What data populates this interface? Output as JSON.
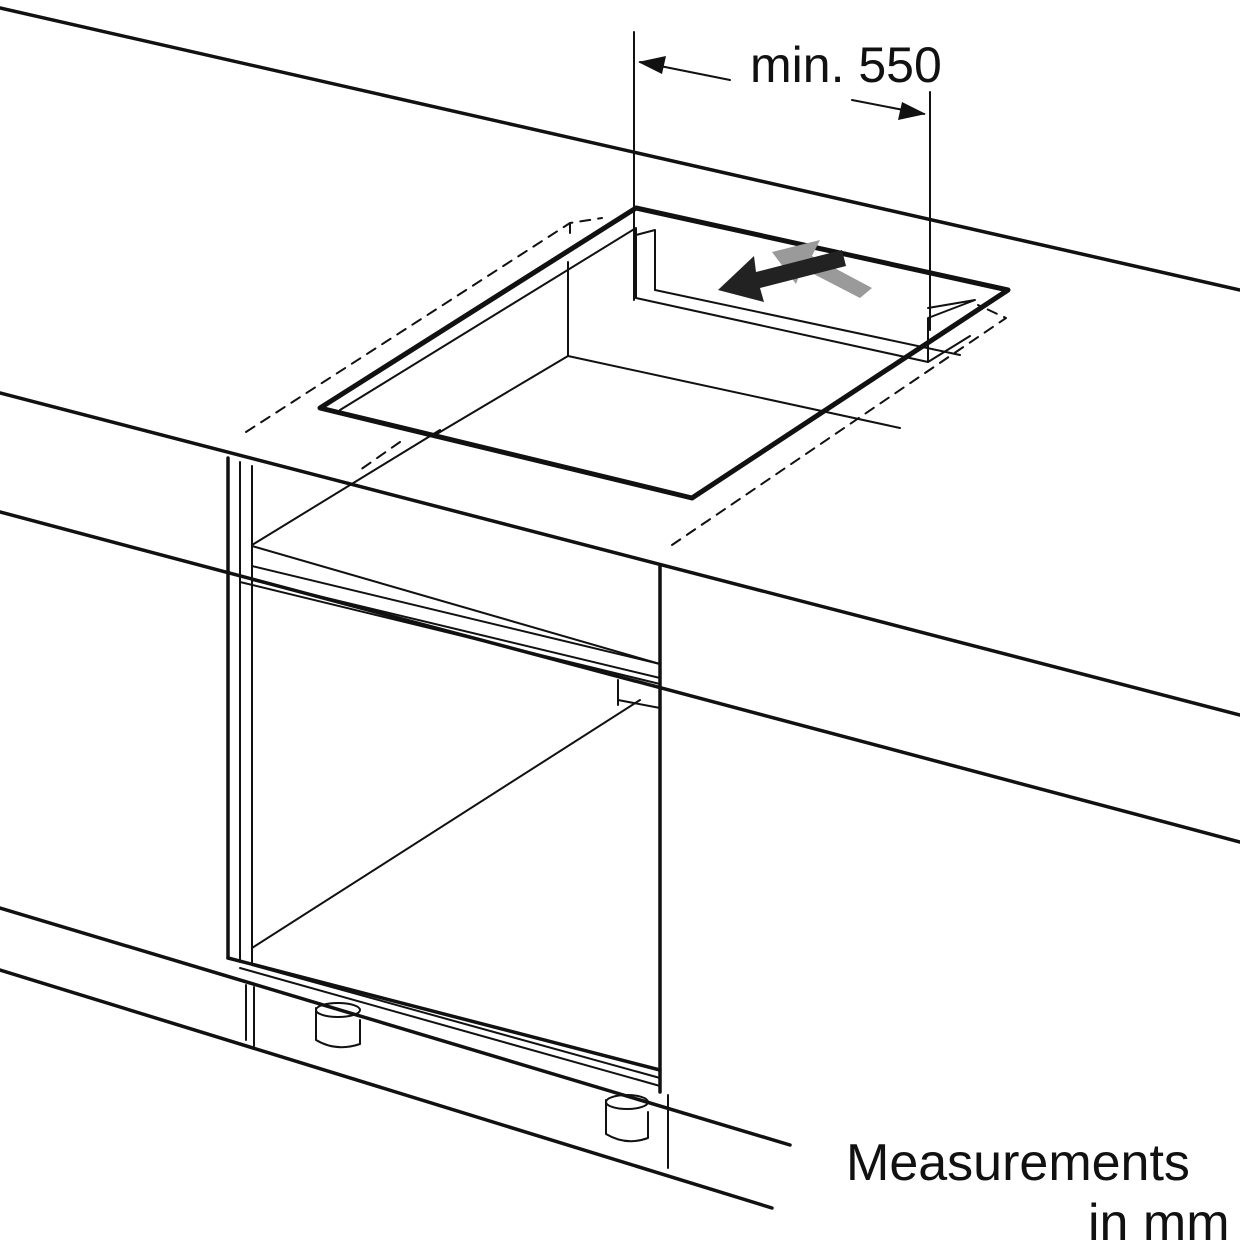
{
  "dimension": {
    "label": "min. 550"
  },
  "note": {
    "line1": "Measurements",
    "line2": "in mm"
  },
  "colors": {
    "line": "#111111",
    "arrow_dark": "#222222",
    "arrow_light": "#9a9a9a",
    "background": "#ffffff"
  }
}
